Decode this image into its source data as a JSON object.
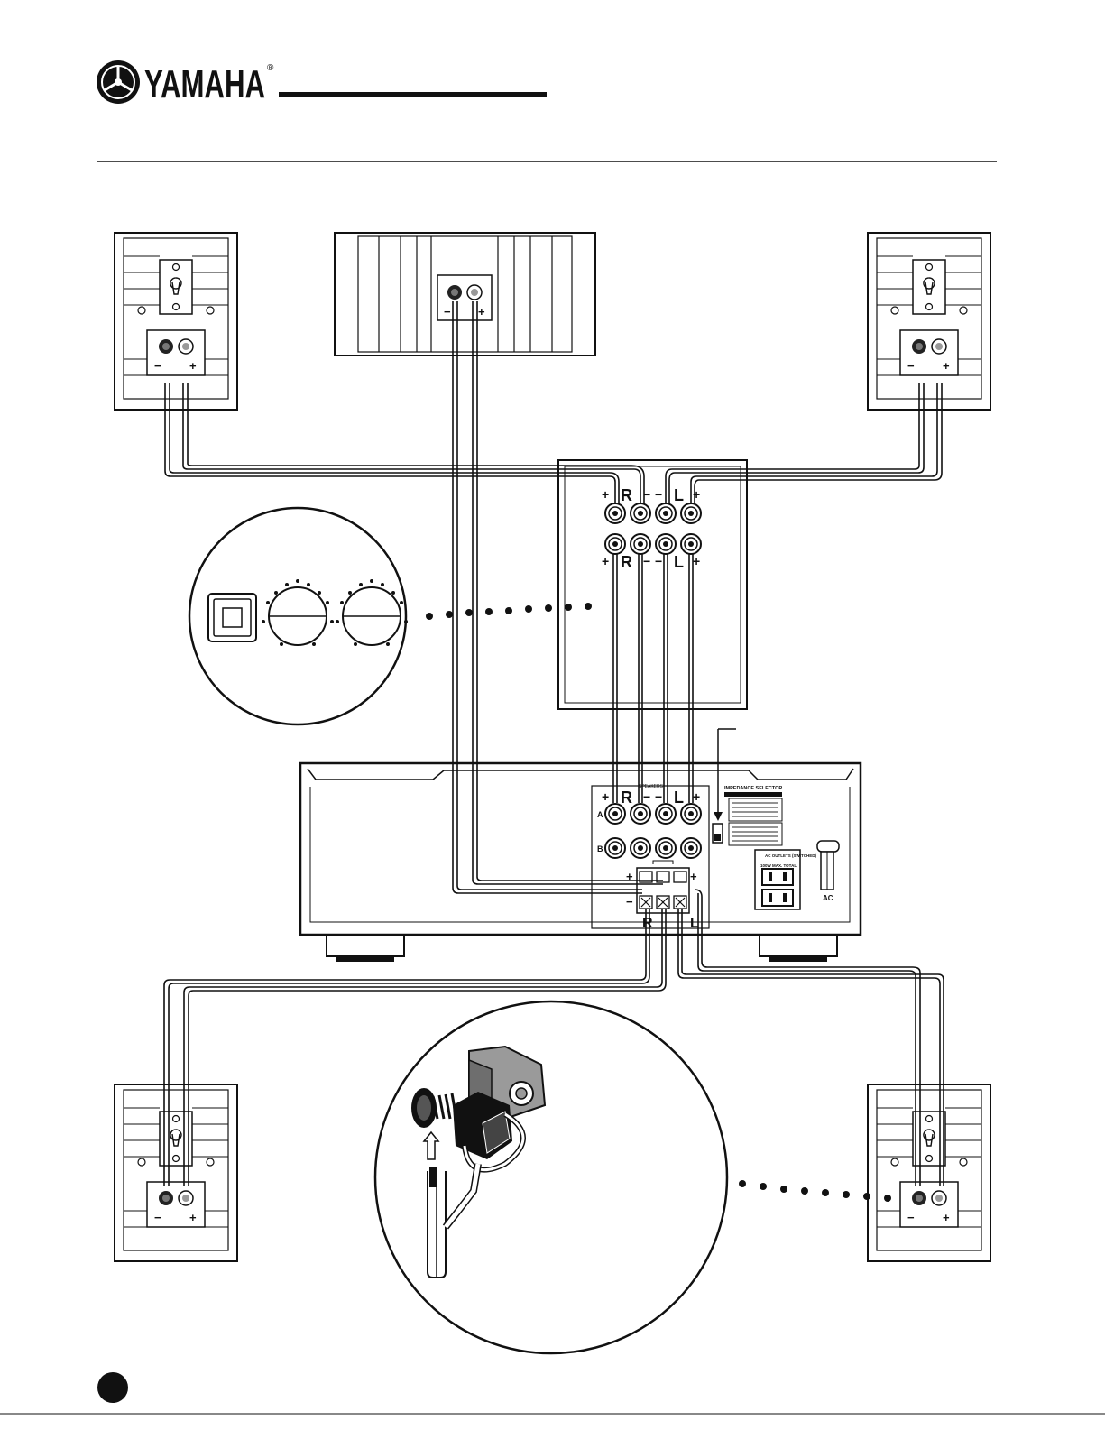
{
  "brand": {
    "name": "YAMAHA",
    "registered": "®"
  },
  "amp": {
    "labels": {
      "right": "R",
      "left": "L",
      "plus": "+",
      "minus": "−"
    }
  },
  "receiver": {
    "speakers_header": "SPEAKERS",
    "impedance_selector": "IMPEDANCE SELECTOR",
    "row_a": "A",
    "row_b": "B",
    "outlets_title": "AC OUTLETS\n(SWITCHED)",
    "outlets_rating": "100W MAX. TOTAL",
    "ac_label": "AC",
    "center_right": "R",
    "center_left": "L",
    "center_plus": "+",
    "center_minus": "−"
  },
  "speaker_terminals": {
    "minus": "−",
    "plus": "+"
  },
  "colors": {
    "ink": "#111111",
    "grey_terminal": "#9a9a9a",
    "page_badge": "#111111"
  }
}
